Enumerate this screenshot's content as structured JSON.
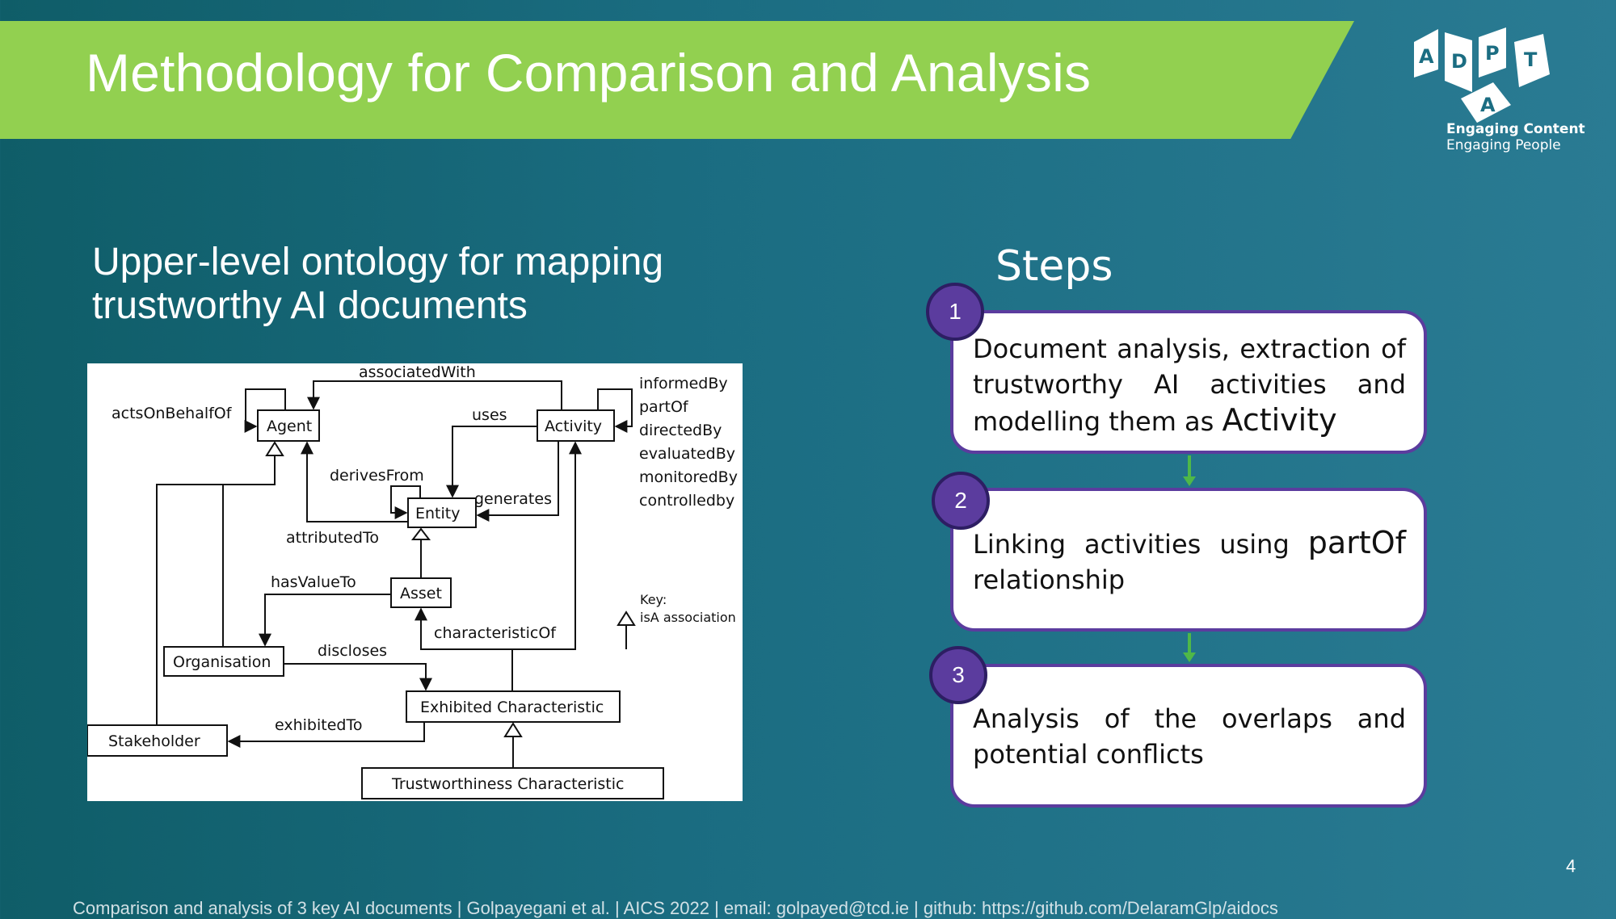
{
  "slide": {
    "title": "Methodology for Comparison and Analysis",
    "subtitle": "Upper-level ontology for mapping trustworthy AI documents",
    "page_number": "4",
    "footer": "Comparison and analysis of 3 key AI documents | Golpayegani et al. | AICS 2022 | email: golpayed@tcd.ie | github: https://github.com/DelaramGlp/aidocs"
  },
  "logo": {
    "letters": [
      "A",
      "D",
      "P",
      "A",
      "T"
    ],
    "line1": "Engaging Content",
    "line2": "Engaging People"
  },
  "diagram": {
    "nodes": {
      "agent": "Agent",
      "activity": "Activity",
      "entity": "Entity",
      "asset": "Asset",
      "organisation": "Organisation",
      "stakeholder": "Stakeholder",
      "exhibited_characteristic": "Exhibited Characteristic",
      "trustworthiness_characteristic": "Trustworthiness Characteristic"
    },
    "edges": {
      "associated_with": "associatedWith",
      "acts_on_behalf_of": "actsOnBehalfOf",
      "uses": "uses",
      "derives_from": "derivesFrom",
      "generates": "generates",
      "attributed_to": "attributedTo",
      "has_value_to": "hasValueTo",
      "characteristic_of": "characteristicOf",
      "discloses": "discloses",
      "exhibited_to": "exhibitedTo"
    },
    "activity_relations": [
      "informedBy",
      "partOf",
      "directedBy",
      "evaluatedBy",
      "monitoredBy",
      "controlledby"
    ],
    "key": {
      "title": "Key:",
      "label": "isA association"
    }
  },
  "steps": {
    "title": "Steps",
    "items": [
      {
        "number": "1",
        "text": "Document analysis, extraction of trustworthy AI activities and modelling them as ",
        "emphasis": "Activity"
      },
      {
        "number": "2",
        "text": "Linking activities using ",
        "emphasis": "partOf",
        "text_after": " relationship"
      },
      {
        "number": "3",
        "text": "Analysis of the overlaps and potential conflicts"
      }
    ]
  }
}
